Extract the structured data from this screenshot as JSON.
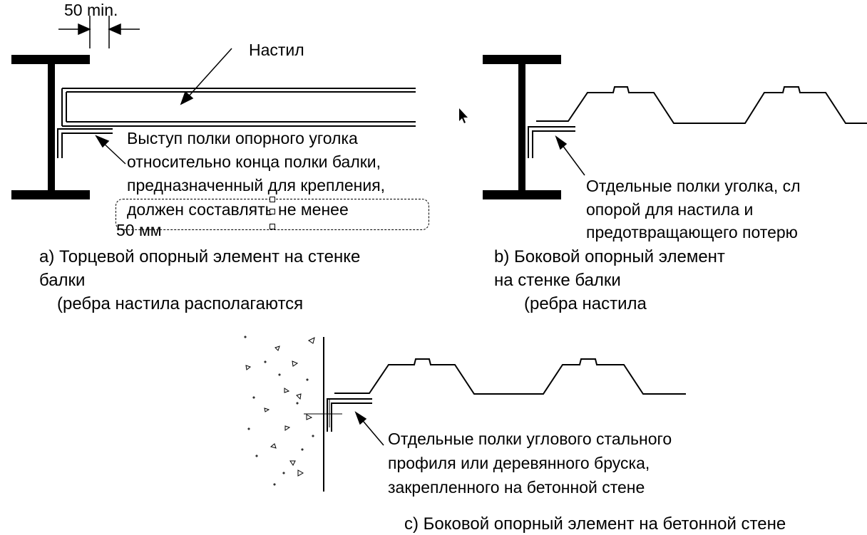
{
  "dimension_label": "50 min.",
  "deck_label": "Настил",
  "panel_a": {
    "note": [
      "Выступ полки опорного уголка",
      "относительно конца полки балки,",
      "предназначенный для крепления,",
      "должен составлять не менее",
      "50 мм"
    ],
    "caption": [
      "a) Торцевой опорный элемент на стенке",
      "балки",
      "(ребра настила располагаются"
    ]
  },
  "panel_b": {
    "note": [
      "Отдельные полки уголка, сл",
      "опорой для настила и",
      "предотвращающего потерю"
    ],
    "caption": [
      "b) Боковой опорный элемент",
      "на стенке балки",
      "(ребра настила"
    ]
  },
  "panel_c": {
    "note": [
      "Отдельные полки углового стального",
      "профиля или деревянного бруска,",
      "закрепленного на бетонной стене"
    ],
    "caption": [
      "c) Боковой опорный элемент на бетонной стене"
    ]
  }
}
